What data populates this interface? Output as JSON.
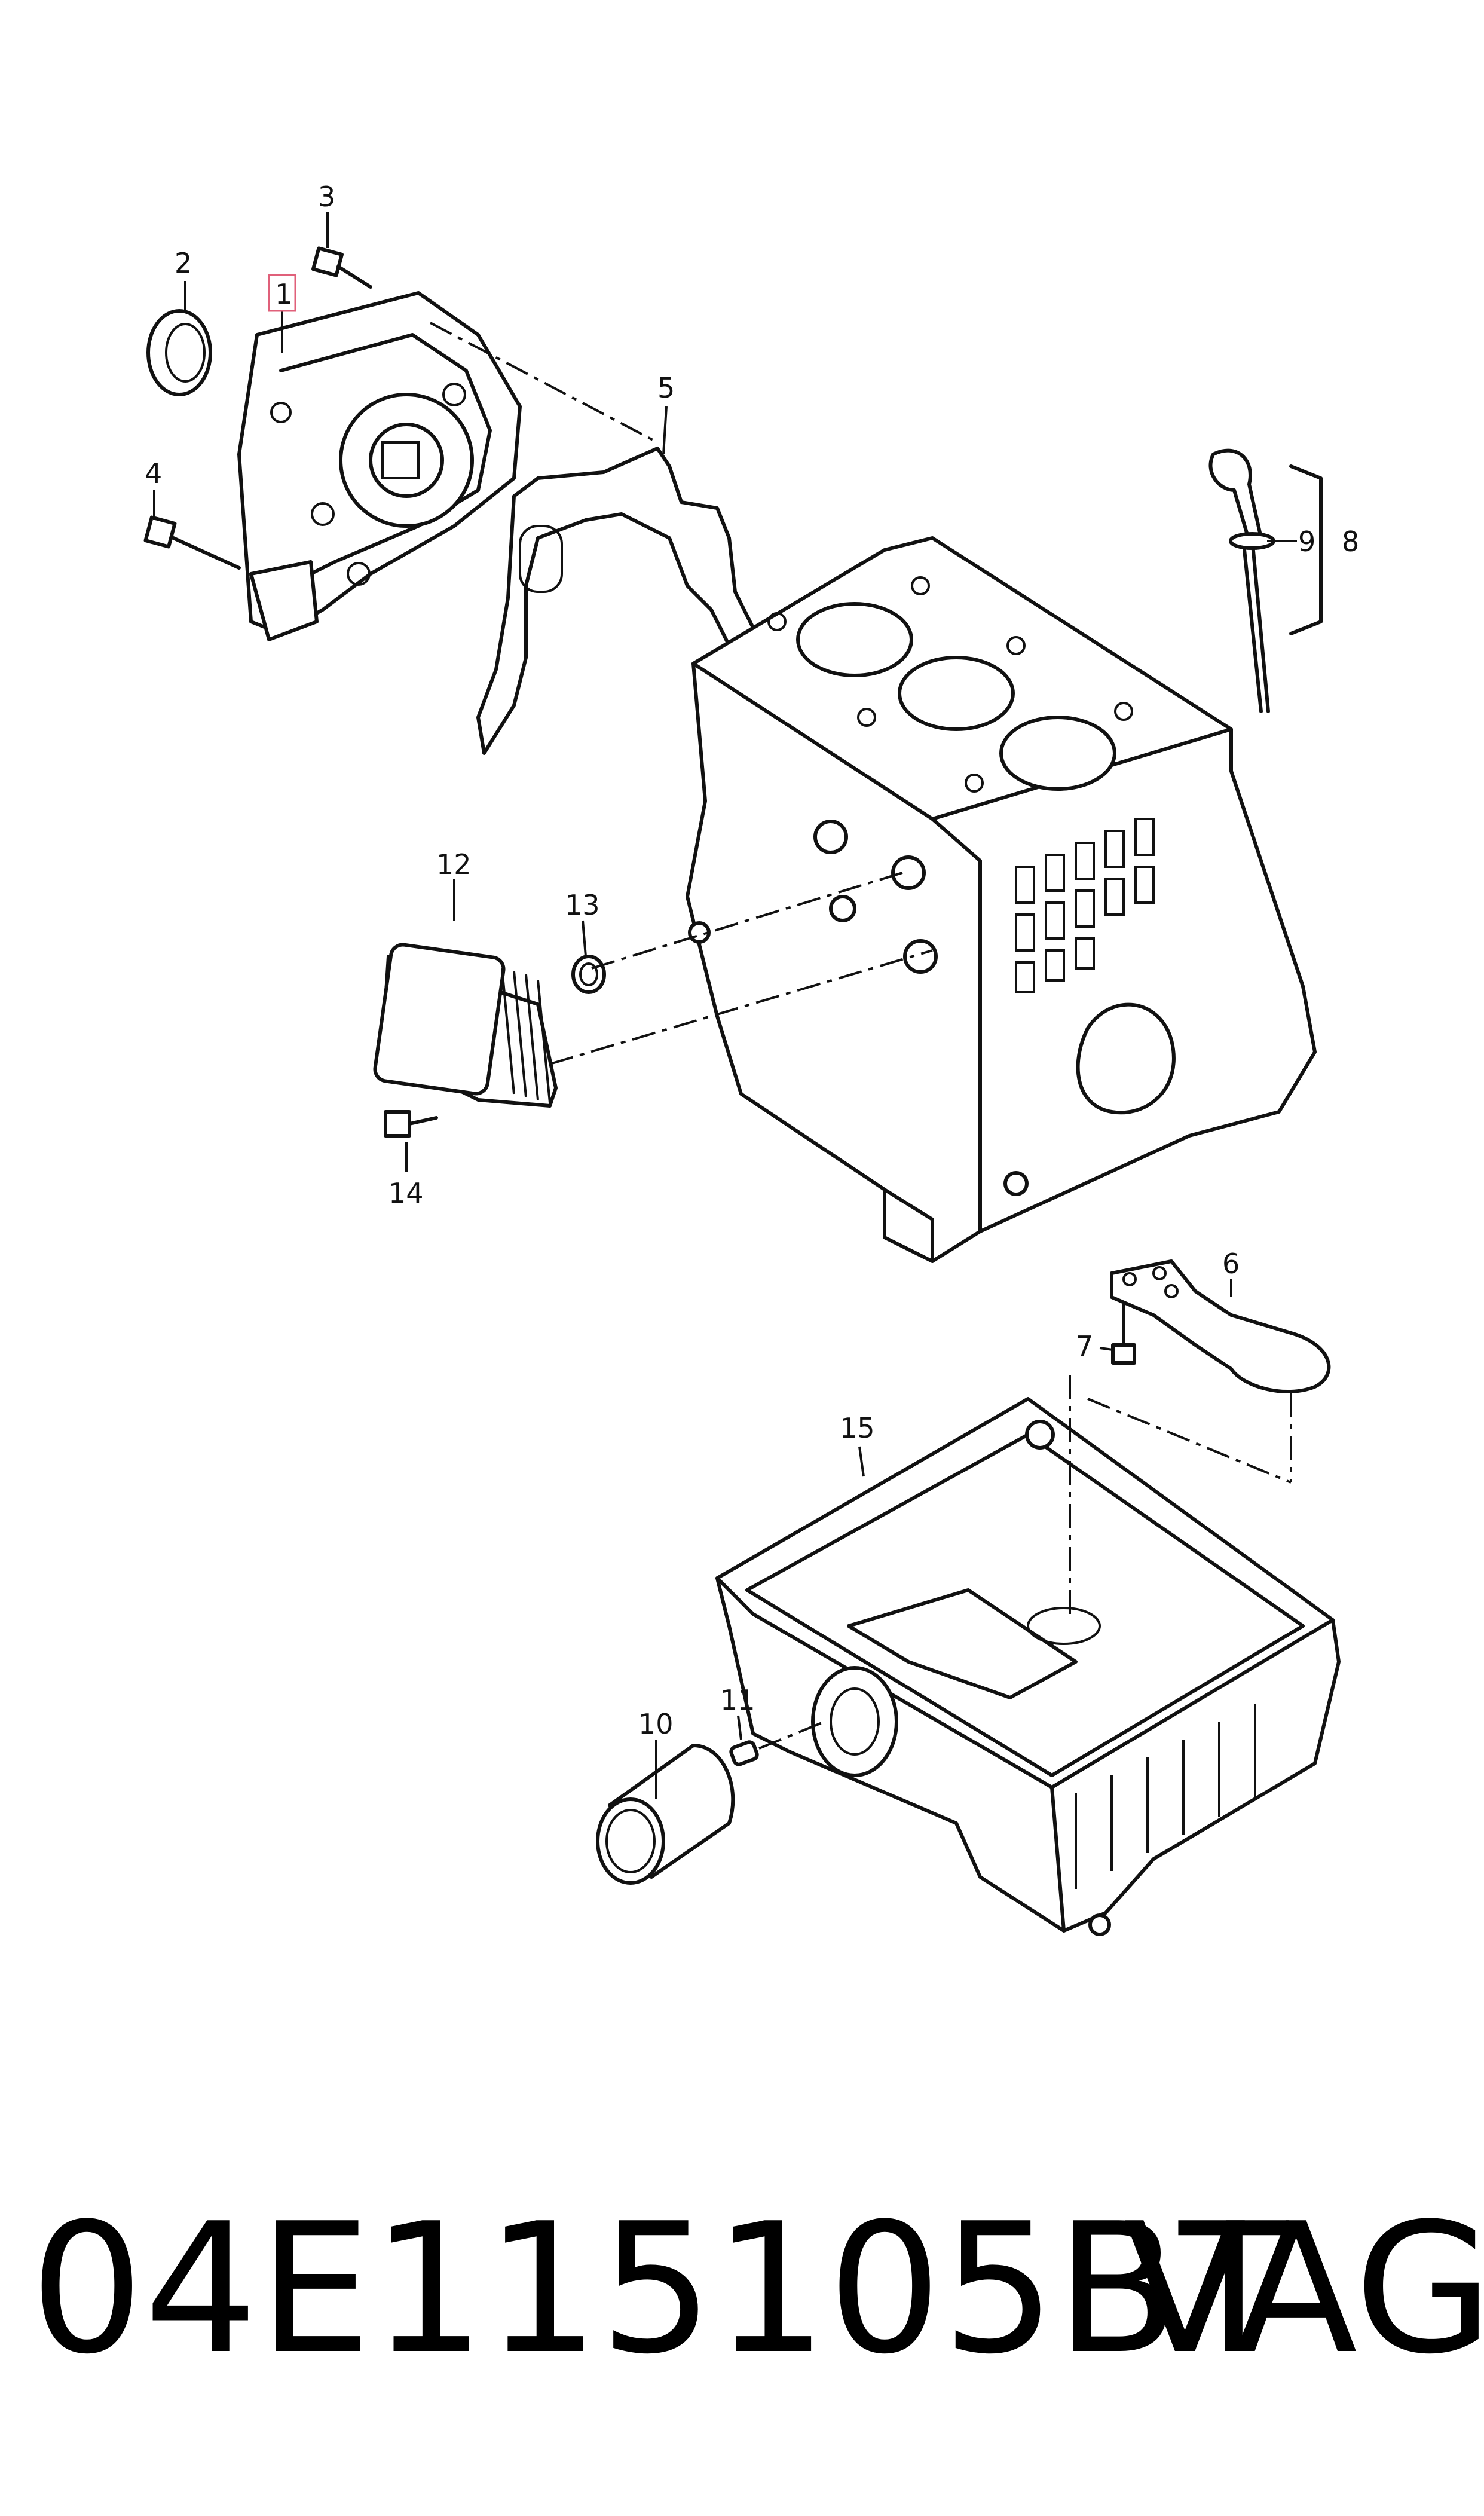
{
  "diagram": {
    "parts": [
      {
        "id": "1",
        "label": "1"
      },
      {
        "id": "2",
        "label": "2"
      },
      {
        "id": "3",
        "label": "3"
      },
      {
        "id": "4",
        "label": "4"
      },
      {
        "id": "5",
        "label": "5"
      },
      {
        "id": "6",
        "label": "6"
      },
      {
        "id": "7",
        "label": "7"
      },
      {
        "id": "8",
        "label": "8"
      },
      {
        "id": "9",
        "label": "9"
      },
      {
        "id": "10",
        "label": "10"
      },
      {
        "id": "11",
        "label": "11"
      },
      {
        "id": "12",
        "label": "12"
      },
      {
        "id": "13",
        "label": "13"
      },
      {
        "id": "14",
        "label": "14"
      },
      {
        "id": "15",
        "label": "15"
      }
    ],
    "highlight_color": "#e0607a"
  },
  "caption": {
    "part_number": "04E115105BT",
    "brand": "VAG"
  }
}
